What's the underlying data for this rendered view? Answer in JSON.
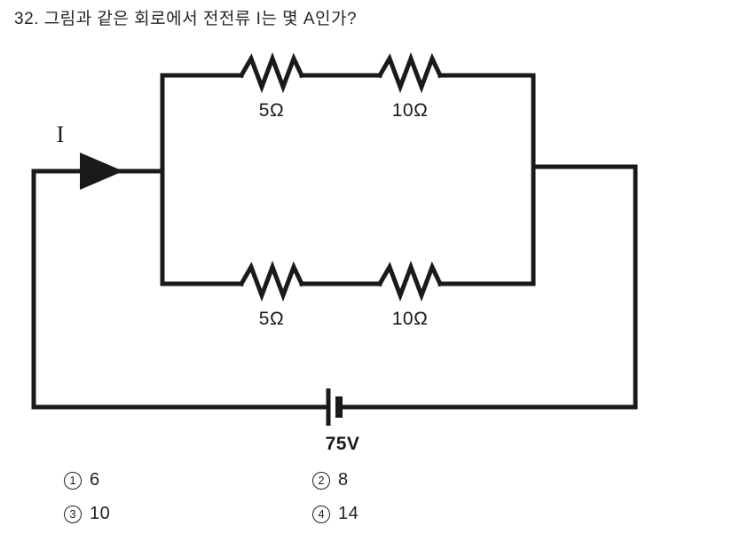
{
  "question": {
    "number": "32.",
    "text": "32. 그림과 같은 회로에서 전전류 I는 몇 A인가?"
  },
  "circuit": {
    "current_label": "I",
    "source_label": "75V",
    "source_value": 75,
    "source_unit": "V",
    "arrow_icon": "current-arrow-icon",
    "battery_icon": "battery-icon",
    "branches": [
      {
        "name": "top-branch",
        "resistors": [
          {
            "label": "5Ω",
            "value": 5,
            "unit": "Ω"
          },
          {
            "label": "10Ω",
            "value": 10,
            "unit": "Ω"
          }
        ]
      },
      {
        "name": "bottom-branch",
        "resistors": [
          {
            "label": "5Ω",
            "value": 5,
            "unit": "Ω"
          },
          {
            "label": "10Ω",
            "value": 10,
            "unit": "Ω"
          }
        ]
      }
    ]
  },
  "options": [
    {
      "marker": "1",
      "value": "6"
    },
    {
      "marker": "2",
      "value": "8"
    },
    {
      "marker": "3",
      "value": "10"
    },
    {
      "marker": "4",
      "value": "14"
    }
  ],
  "colors": {
    "ink": "#1a1a1a",
    "background": "#ffffff"
  }
}
